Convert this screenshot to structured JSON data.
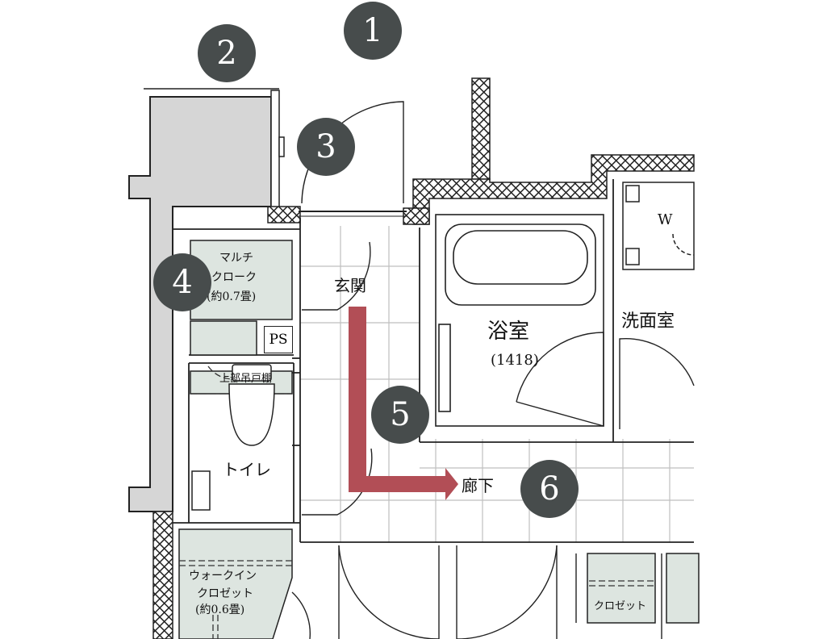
{
  "rooms": {
    "multi_cloak": {
      "line1": "マルチ",
      "line2": "クローク",
      "line3": "(約0.7畳)"
    },
    "entrance": "玄関",
    "bathroom": "浴室",
    "bathroom_size": "(1418)",
    "washroom": "洗面室",
    "toilet": "トイレ",
    "upper_cabinet": "上部吊戸棚",
    "hallway": "廊下",
    "walk_in": {
      "line1": "ウォークイン",
      "line2": "クロゼット",
      "line3": "(約0.6畳)"
    },
    "closet": "クロゼット",
    "ps": "PS",
    "washer": "W"
  },
  "markers": [
    "1",
    "2",
    "3",
    "4",
    "5",
    "6"
  ],
  "colors": {
    "badge": "#474c4c",
    "arrow": "#b24e56",
    "storage_fill": "#dde5e0",
    "wall_hatch": "#222222",
    "exterior_fill": "#d6d6d6"
  }
}
